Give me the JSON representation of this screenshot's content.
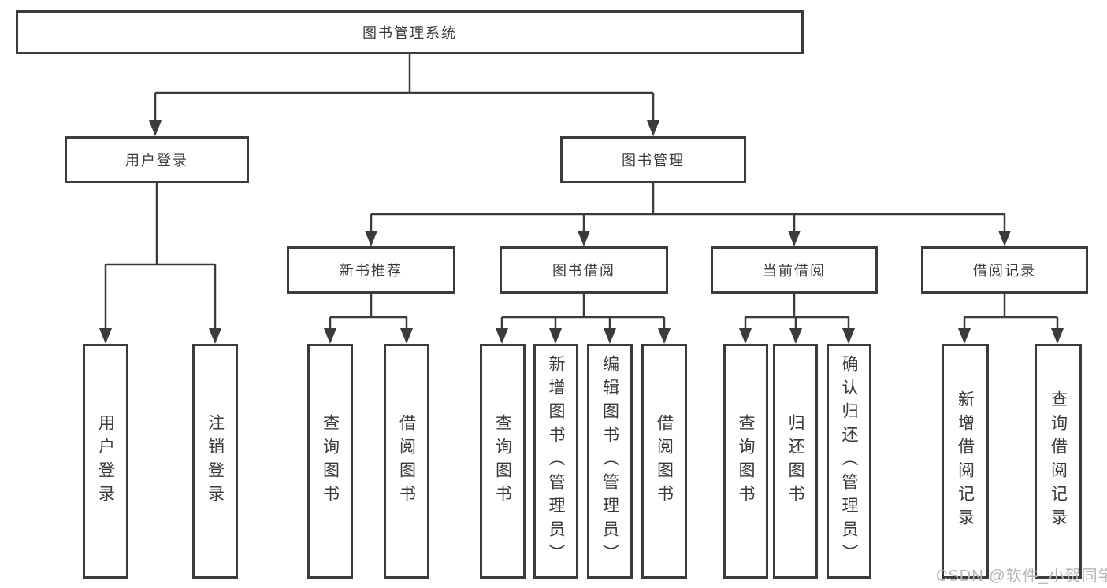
{
  "colors": {
    "line": "#3b3b3b",
    "text": "#3a3a3a",
    "background": "#ffffff",
    "watermark": "#b5b5b5"
  },
  "root": {
    "label": "图书管理系统"
  },
  "level1": {
    "user_login": "用户登录",
    "book_management": "图书管理"
  },
  "level2": {
    "new_book_recommend": "新书推荐",
    "book_borrow": "图书借阅",
    "current_borrow": "当前借阅",
    "borrow_record": "借阅记录"
  },
  "leaves": {
    "user_login": "用户登录",
    "logout": "注销登录",
    "rec_query_book": "查询图书",
    "rec_borrow_book": "借阅图书",
    "bor_query_book": "查询图书",
    "bor_add_book_admin": "新增图书（管理员）",
    "bor_edit_book_admin": "编辑图书（管理员）",
    "bor_borrow_book": "借阅图书",
    "cur_query_book": "查询图书",
    "cur_return_book": "归还图书",
    "cur_confirm_return_admin": "确认归还（管理员）",
    "log_add_record": "新增借阅记录",
    "log_query_record": "查询借阅记录"
  },
  "watermark": {
    "text": "CSDN @软件_小贺同学"
  }
}
